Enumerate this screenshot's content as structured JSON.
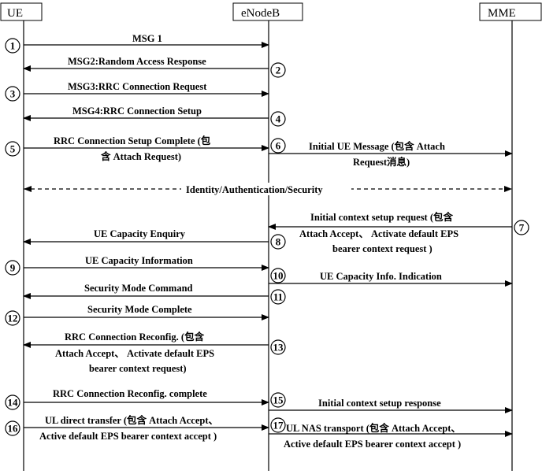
{
  "entities": {
    "ue": "UE",
    "enodeb": "eNodeB",
    "mme": "MME"
  },
  "messages": [
    {
      "num": "1",
      "label": [
        "MSG 1"
      ]
    },
    {
      "num": "2",
      "label": [
        "MSG2:Random Access Response"
      ]
    },
    {
      "num": "3",
      "label": [
        "MSG3:RRC Connection Request"
      ]
    },
    {
      "num": "4",
      "label": [
        "MSG4:RRC Connection Setup"
      ]
    },
    {
      "num": "5",
      "label": [
        "RRC Connection Setup Complete (包",
        "含 Attach Request)"
      ]
    },
    {
      "num": "6",
      "label": [
        "Initial UE Message (包含 Attach",
        "Request消息)"
      ]
    },
    {
      "num": "",
      "label": [
        "Identity/Authentication/Security"
      ]
    },
    {
      "num": "7",
      "label": [
        "Initial context setup request (包含",
        "Attach Accept、 Activate default EPS",
        "bearer context request )"
      ]
    },
    {
      "num": "8",
      "label": [
        "UE Capacity Enquiry"
      ]
    },
    {
      "num": "9",
      "label": [
        "UE Capacity Information"
      ]
    },
    {
      "num": "10",
      "label": [
        "UE Capacity Info. Indication"
      ]
    },
    {
      "num": "11",
      "label": [
        "Security Mode Command"
      ]
    },
    {
      "num": "12",
      "label": [
        "Security Mode Complete"
      ]
    },
    {
      "num": "13",
      "label": [
        "RRC Connection Reconfig. (包含",
        "Attach Accept、 Activate default EPS",
        "bearer context request)"
      ]
    },
    {
      "num": "14",
      "label": [
        "RRC Connection Reconfig. complete"
      ]
    },
    {
      "num": "15",
      "label": [
        "Initial context setup response"
      ]
    },
    {
      "num": "16",
      "label": [
        "UL direct transfer (包含 Attach Accept、",
        "Active default EPS bearer context accept )"
      ]
    },
    {
      "num": "17",
      "label": [
        "UL NAS transport (包含 Attach Accept、",
        "Active default EPS bearer context accept )"
      ]
    }
  ]
}
